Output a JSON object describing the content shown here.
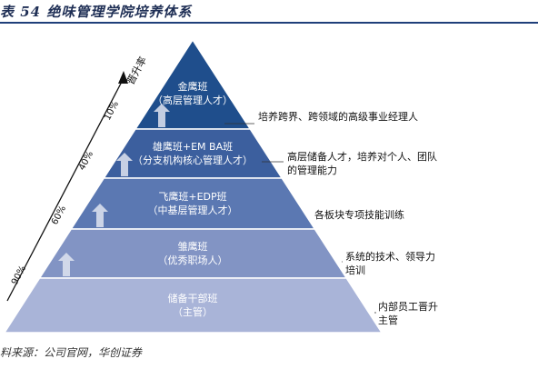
{
  "title": "表 54   绝味管理学院培养体系",
  "source": "料来源：公司官网，华创证券",
  "promotion_label": "晋升率",
  "percentages": [
    "10%",
    "40%",
    "60%",
    "90%"
  ],
  "tiers": [
    {
      "name": "金鹰班",
      "sub": "（高层管理人才）",
      "desc": [
        "培养跨界、跨领域的高级事业经理人"
      ],
      "color": "#1f4e8c"
    },
    {
      "name": "雄鹰班+EM BA班",
      "sub": "（分支机构核心管理人才）",
      "desc": [
        "高层储备人才，培养对个人、团队",
        "的管理能力"
      ],
      "color": "#3c5f9e"
    },
    {
      "name": "飞鹰班+EDP班",
      "sub": "（中基层管理人才）",
      "desc": [
        "各板块专项技能训练"
      ],
      "color": "#5b78b2"
    },
    {
      "name": "雏鹰班",
      "sub": "（优秀职场人）",
      "desc": [
        "系统的技术、领导力",
        "培训"
      ],
      "color": "#8294c4"
    },
    {
      "name": "储备干部班",
      "sub": "（主管）",
      "desc": [
        "内部员工晋升",
        "主管"
      ],
      "color": "#a9b4d8"
    }
  ]
}
